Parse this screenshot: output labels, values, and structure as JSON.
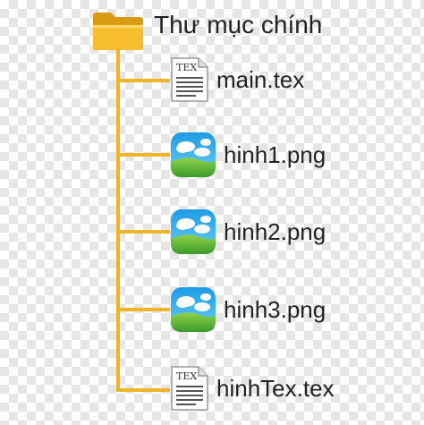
{
  "root": {
    "label": "Thư mục chính",
    "icon": "folder-icon"
  },
  "files": [
    {
      "label": "main.tex",
      "icon": "tex-document-icon",
      "badge": "TEX"
    },
    {
      "label": "hinh1.png",
      "icon": "image-file-icon"
    },
    {
      "label": "hinh2.png",
      "icon": "image-file-icon"
    },
    {
      "label": "hinh3.png",
      "icon": "image-file-icon"
    },
    {
      "label": "hinhTex.tex",
      "icon": "tex-document-icon",
      "badge": "TEX"
    }
  ],
  "colors": {
    "connector": "#f0b429",
    "folder": "#f5b324",
    "sky": "#3aa8e8",
    "grass": "#6bbf3a"
  }
}
